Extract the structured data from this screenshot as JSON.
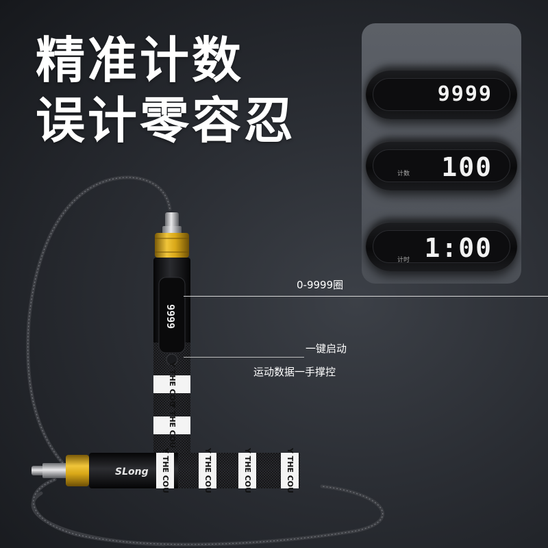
{
  "headline": {
    "line1": "精准计数",
    "line2": "误计零容忍"
  },
  "display_panel": {
    "displays": [
      {
        "value": "9999",
        "tag": ""
      },
      {
        "value": "100",
        "tag": "计数"
      },
      {
        "value": "1:00",
        "tag": "计时"
      }
    ]
  },
  "callouts": {
    "range": "0-9999圈",
    "one_key": "一键启动",
    "one_hand": "运动数据一手撑控"
  },
  "product": {
    "handle_display_value": "9999",
    "band_text": "Y THE COU",
    "logo_text": "SLong"
  },
  "colors": {
    "accent_gold": "#d9a818",
    "handle_black": "#141416",
    "band_white": "#f4f4f4"
  }
}
